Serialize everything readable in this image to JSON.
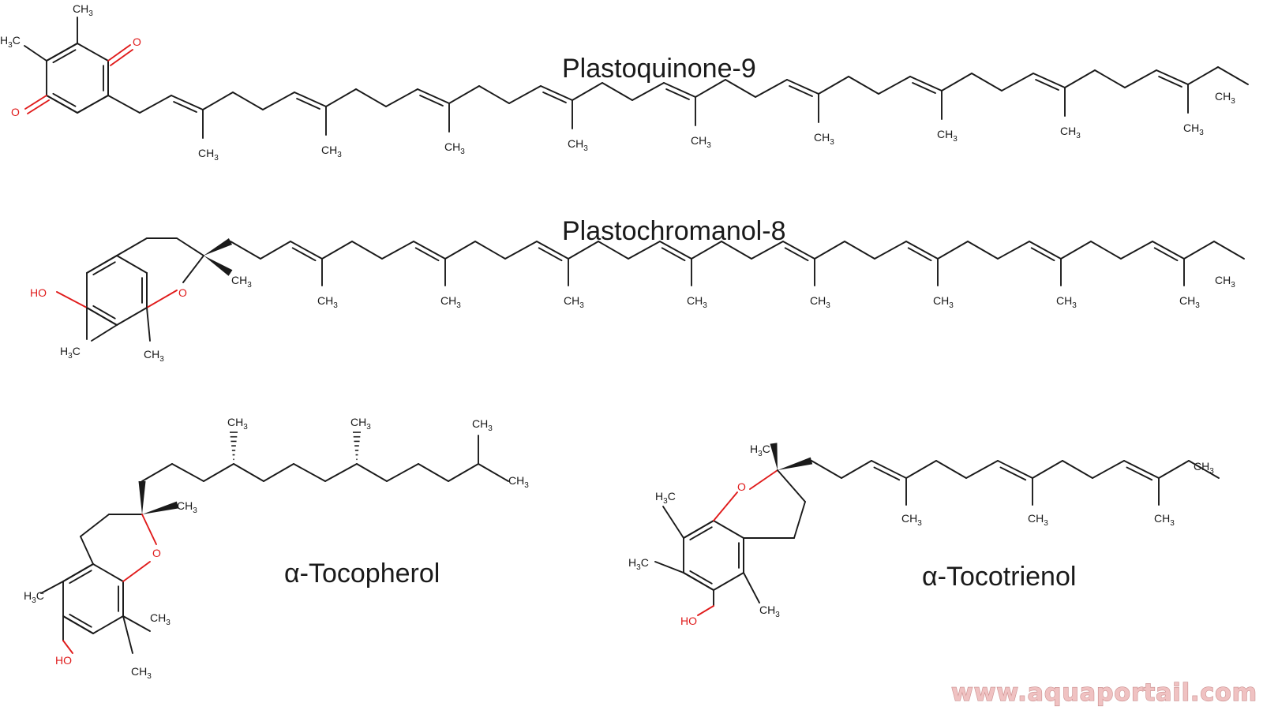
{
  "molecules": [
    {
      "id": "plastoquinone",
      "name": "Plastoquinone-9"
    },
    {
      "id": "plastochromanol",
      "name": "Plastochromanol-8"
    },
    {
      "id": "tocopherol",
      "name": "α-Tocopherol"
    },
    {
      "id": "tocotrienol",
      "name": "α-Tocotrienol"
    }
  ],
  "atoms": {
    "methyl": "CH3",
    "methyl_left": "H3C",
    "oxygen": "O",
    "hydroxyl": "HO"
  },
  "colors": {
    "bonds": "#1a1a1a",
    "heteroatom": "#e01b1b",
    "watermark_fill": "#f0c2c2"
  },
  "watermark": "www.aquaportail.com"
}
